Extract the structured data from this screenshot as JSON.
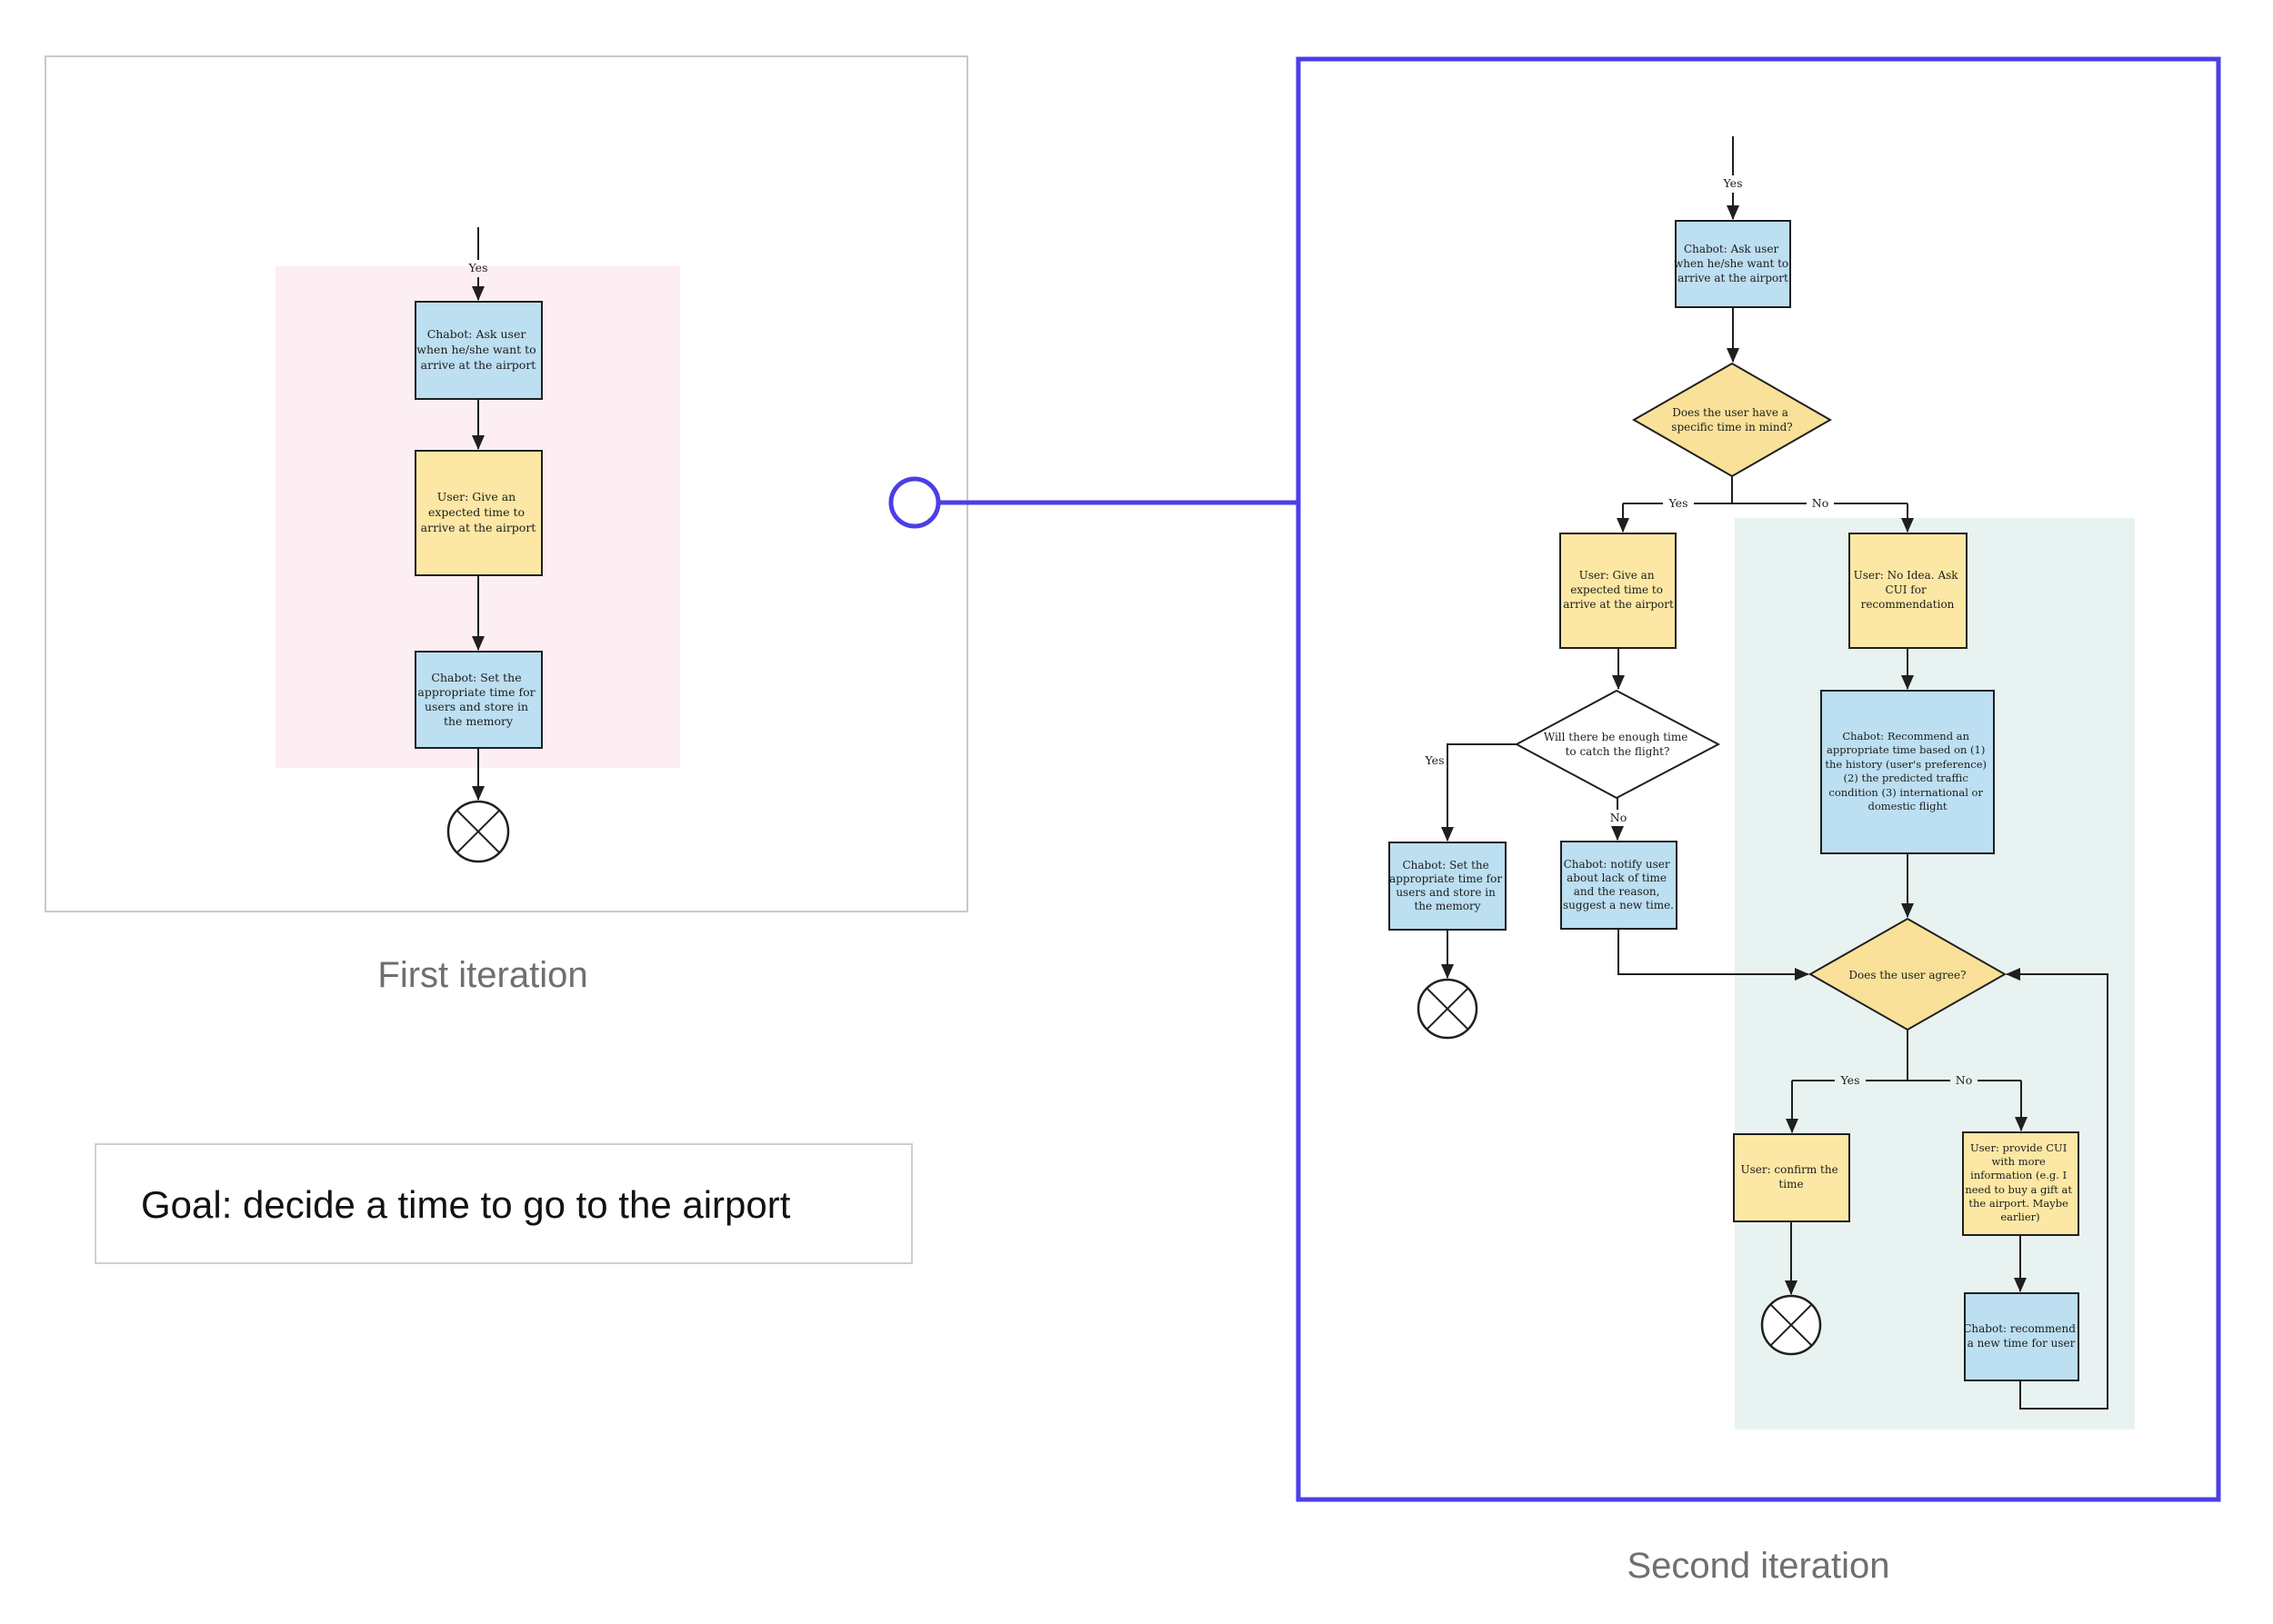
{
  "colors": {
    "accent_purple": "#4b3ee8",
    "node_blue": "#bcdff1",
    "node_yellow": "#fce8a4",
    "diamond_yellow": "#f9e199",
    "region_pink": "#fdeef3",
    "region_teal": "#e8f3f1",
    "panel1_border": "#c9c9c9",
    "caption_gray": "#6f6f6f",
    "line_black": "#1f1f1f"
  },
  "panel1": {
    "caption": "First iteration",
    "entry_label": "Yes",
    "ask_user": [
      "Chabot: Ask user",
      "when he/she want to",
      "arrive at the airport"
    ],
    "give_time": [
      "User: Give an",
      "expected time to",
      "arrive at the airport"
    ],
    "set_time": [
      "Chabot: Set the",
      "appropriate time for",
      "users and store in",
      "the memory"
    ]
  },
  "goal": {
    "text": "Goal: decide a time to go to the airport"
  },
  "panel2": {
    "caption": "Second iteration",
    "entry_label": "Yes",
    "ask_user": [
      "Chabot: Ask user",
      "when he/she want to",
      "arrive at the airport"
    ],
    "q_specific_time": [
      "Does the user have a",
      "specific time in mind?"
    ],
    "q_specific_time_yes": "Yes",
    "q_specific_time_no": "No",
    "give_time": [
      "User: Give an",
      "expected time to",
      "arrive at the airport"
    ],
    "no_idea": [
      "User: No Idea. Ask",
      "CUI for",
      "recommendation"
    ],
    "q_enough_time": [
      "Will there be enough time",
      "to catch the flight?"
    ],
    "q_enough_time_yes": "Yes",
    "q_enough_time_no": "No",
    "set_time": [
      "Chabot: Set the",
      "appropriate time for",
      "users and store in",
      "the memory"
    ],
    "notify": [
      "Chabot: notify user",
      "about lack of time",
      "and the reason,",
      "suggest a new time."
    ],
    "recommend": [
      "Chabot: Recommend an",
      "appropriate time based on (1)",
      "the history (user's preference)",
      "(2) the predicted traffic",
      "condition (3) international or",
      "domestic flight"
    ],
    "q_agree": "Does the user agree?",
    "q_agree_yes": "Yes",
    "q_agree_no": "No",
    "confirm": [
      "User: confirm the",
      "time"
    ],
    "provide_info": [
      "User: provide CUI",
      "with more",
      "information (e.g. I",
      "need to buy a gift at",
      "the airport. Maybe",
      "earlier)"
    ],
    "recommend_new": [
      "Chabot: recommend",
      "a new time for user"
    ]
  }
}
